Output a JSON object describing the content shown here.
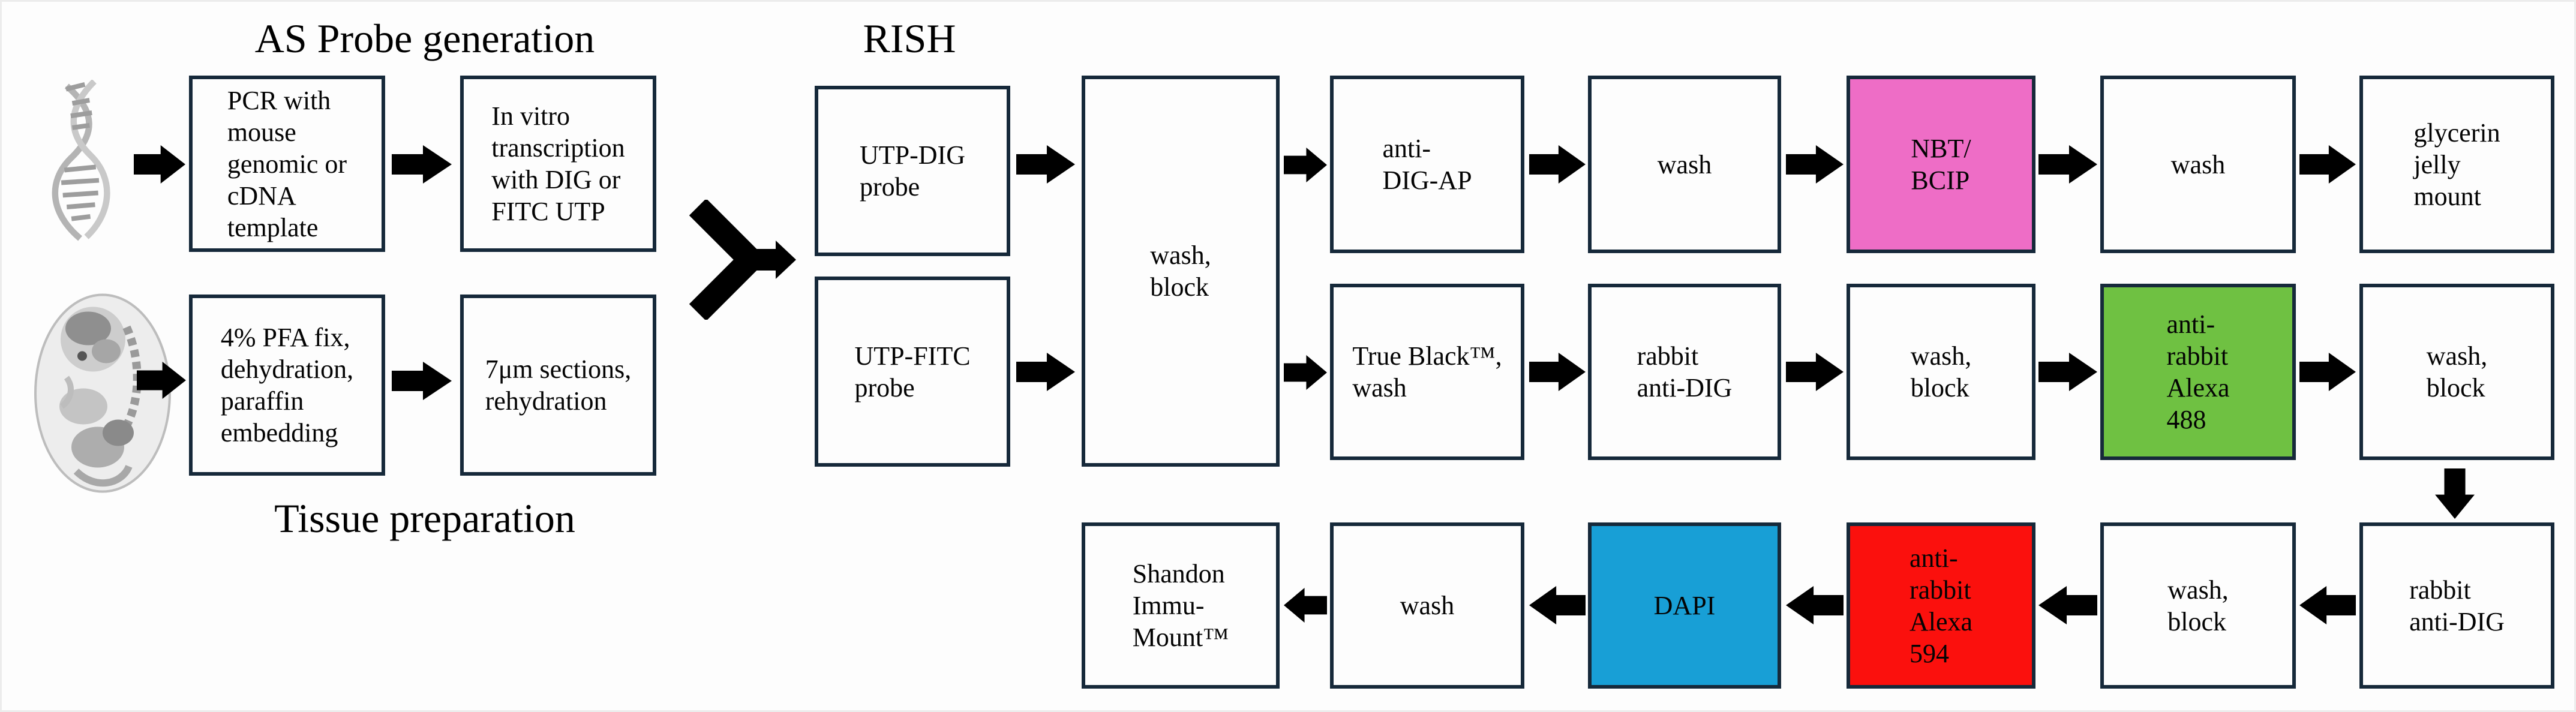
{
  "figure": {
    "titles": {
      "as_probe_generation": "AS Probe generation",
      "rish": "RISH",
      "tissue_preparation": "Tissue preparation"
    },
    "colors": {
      "box_border": "#16293a",
      "box_fill": "#fdfdfd",
      "nbt_bcip_pink": "#ee6dc6",
      "alexa488_green": "#6fc142",
      "alexa594_red": "#fb100d",
      "dapi_blue": "#189fd6",
      "arrow_black": "#000000",
      "text": "#040404"
    },
    "icons": {
      "dna": "dna-helix-icon",
      "embryo": "mouse-embryo-icon",
      "flow_right": "flow-arrow-right-icon",
      "flow_left": "flow-arrow-left-icon",
      "flow_down": "flow-arrow-down-icon",
      "merge": "merge-arrow-icon"
    },
    "nodes": {
      "pcr_template": "PCR with\nmouse\ngenomic or\ncDNA\ntemplate",
      "in_vitro_transcription": "In vitro\ntranscription\nwith DIG or\nFITC UTP",
      "pfa_fix": "4% PFA fix,\ndehydration,\nparaffin\nembedding",
      "sections": "7μm sections,\nrehydration",
      "utp_dig_probe": "UTP-DIG\nprobe",
      "utp_fitc_probe": "UTP-FITC\nprobe",
      "wash_block_main": "wash,\nblock",
      "anti_dig_ap": "anti-\nDIG-AP",
      "wash_top_1": "wash",
      "nbt_bcip": "NBT/\nBCIP",
      "wash_top_2": "wash",
      "glycerin_jelly_mount": "glycerin\njelly\nmount",
      "true_black_wash": "True Black™,\nwash",
      "rabbit_anti_dig_mid": "rabbit\nanti-DIG",
      "wash_block_mid": "wash,\nblock",
      "anti_rabbit_alexa_488": "anti-\nrabbit\nAlexa\n488",
      "wash_block_right": "wash,\nblock",
      "shandon_immu_mount": "Shandon\nImmu-\nMount™",
      "wash_bottom": "wash",
      "dapi": "DAPI",
      "anti_rabbit_alexa_594": "anti-\nrabbit\nAlexa\n594",
      "wash_block_bottom": "wash,\nblock",
      "rabbit_anti_dig_bottom": "rabbit\nanti-DIG"
    }
  }
}
